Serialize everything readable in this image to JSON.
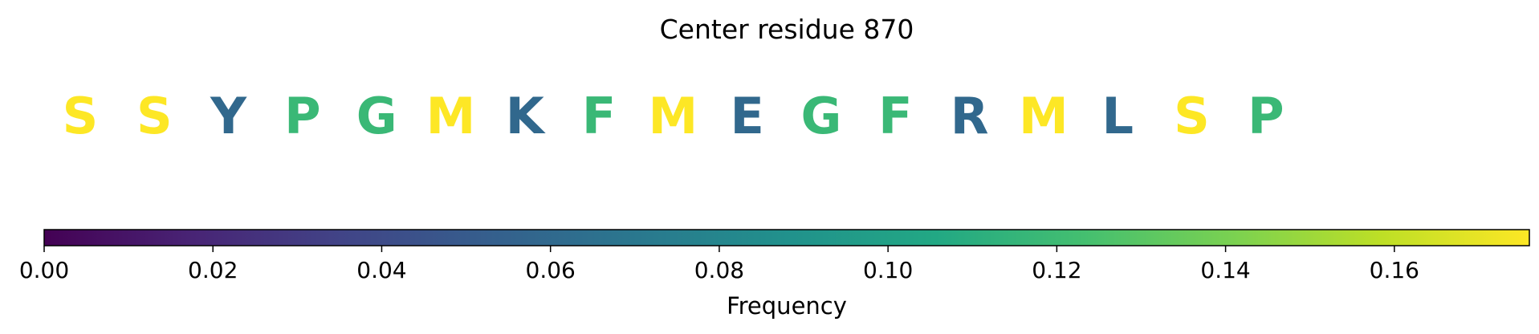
{
  "chart_data": {
    "type": "sequence-colorbar",
    "title": "Center residue 870",
    "residues": [
      {
        "letter": "S",
        "value": 0.176
      },
      {
        "letter": "S",
        "value": 0.176
      },
      {
        "letter": "Y",
        "value": 0.059
      },
      {
        "letter": "P",
        "value": 0.118
      },
      {
        "letter": "G",
        "value": 0.118
      },
      {
        "letter": "M",
        "value": 0.176
      },
      {
        "letter": "K",
        "value": 0.059
      },
      {
        "letter": "F",
        "value": 0.118
      },
      {
        "letter": "M",
        "value": 0.176
      },
      {
        "letter": "E",
        "value": 0.059
      },
      {
        "letter": "G",
        "value": 0.118
      },
      {
        "letter": "F",
        "value": 0.118
      },
      {
        "letter": "R",
        "value": 0.059
      },
      {
        "letter": "M",
        "value": 0.176
      },
      {
        "letter": "L",
        "value": 0.059
      },
      {
        "letter": "S",
        "value": 0.176
      },
      {
        "letter": "P",
        "value": 0.118
      }
    ],
    "colorbar": {
      "colormap": "viridis",
      "range": [
        0,
        0.176
      ],
      "ticks": [
        0.0,
        0.02,
        0.04,
        0.06,
        0.08,
        0.1,
        0.12,
        0.14,
        0.16
      ],
      "tick_labels": [
        "0.00",
        "0.02",
        "0.04",
        "0.06",
        "0.08",
        "0.10",
        "0.12",
        "0.14",
        "0.16"
      ],
      "label": "Frequency"
    }
  }
}
